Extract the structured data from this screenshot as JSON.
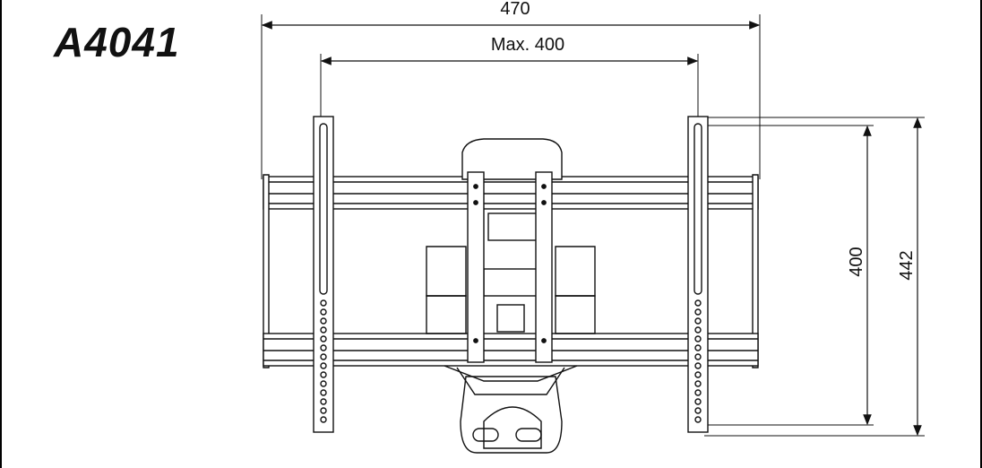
{
  "model_label": "A4041",
  "dimensions": {
    "overall_width": "470",
    "max_width": "Max. 400",
    "vertical_inner": "400",
    "vertical_outer": "442"
  }
}
